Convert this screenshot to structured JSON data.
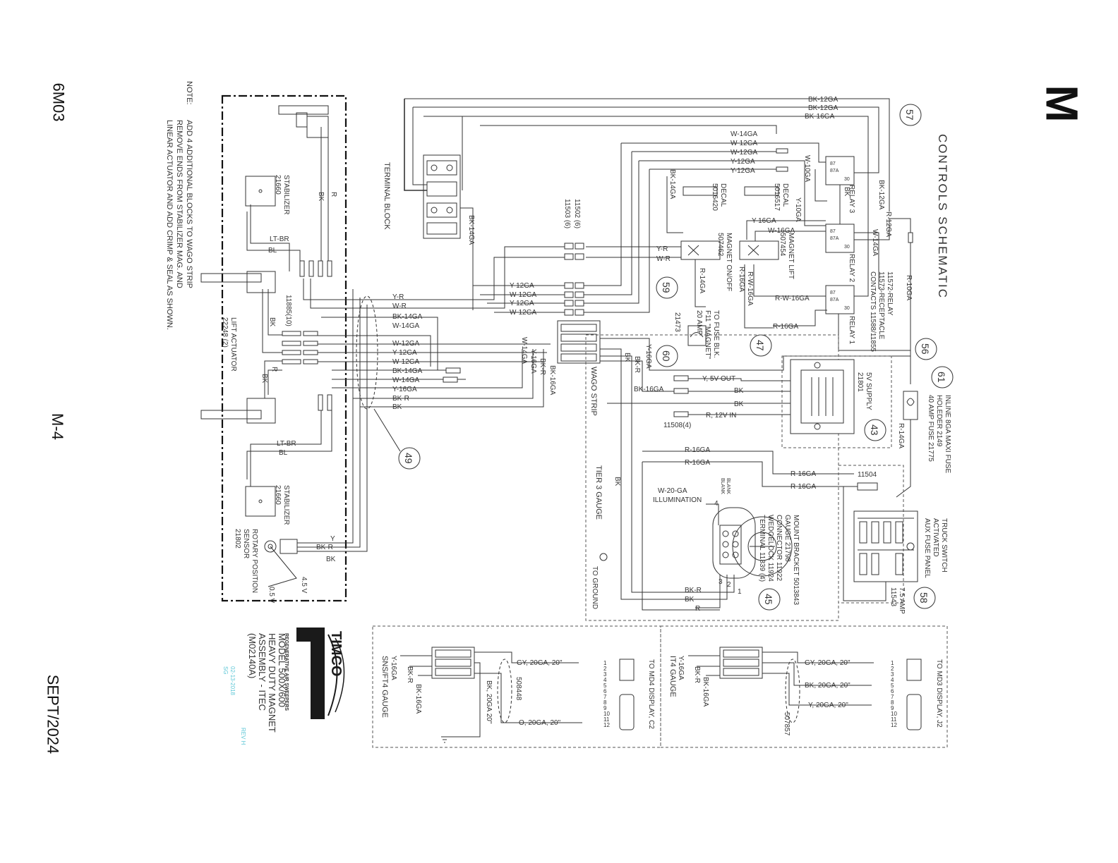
{
  "page": {
    "code": "6M03",
    "page_number": "M-4",
    "date": "SEPT/2024",
    "section_letter": "M"
  },
  "title": "CONTROLS SCHEMATIC",
  "note": {
    "label": "NOTE:",
    "lines": [
      "ADD 4 ADDITIONAL BLOCKS TO WAGO STRIP",
      "REMOVE ENDS FROM STABILIZER MAG. AND",
      "LINEAR ACTUATOR AND ADD CRIMP & SEAL AS SHOWN."
    ]
  },
  "title_block": {
    "logo": "TIMCO",
    "logo_sub": "REGENERATIVE AIR SWEEPERS",
    "lines": [
      "MODEL 500X/600",
      "HEAVY DUTY MAGNET",
      "ASSEMBLY - ITEC",
      "(M02140A)"
    ],
    "rev": "REV H",
    "rev_date": "02-13-2018",
    "rev_by": "SG"
  },
  "callouts": [
    "57",
    "59",
    "60",
    "47",
    "56",
    "61",
    "43",
    "49",
    "45",
    "58"
  ],
  "components": {
    "terminal_block": "TERMINAL BLOCK",
    "wago_strip": "WAGO STRIP",
    "stabilizer_top": [
      "STABILIZER",
      "21660"
    ],
    "stabilizer_bottom": [
      "STABILIZER",
      "21660"
    ],
    "lift_actuator": [
      "LIFT ACTUATOR",
      "22248 (2)"
    ],
    "crimp_part": "11885(10)",
    "rotary_sensor": [
      "ROTARY POSITION",
      "SENSOR",
      "21802"
    ],
    "relay_note": [
      "11572-RELAY",
      "11573-RECEPTACLE",
      "CONTACTS 11588/11855"
    ],
    "relay_labels": [
      "RELAY 3",
      "RELAY 2",
      "RELAY 1"
    ],
    "decal1": [
      "DECAL",
      "5016420"
    ],
    "decal2": [
      "DECAL",
      "5016517"
    ],
    "magnet_lift": [
      "MAGNET LIFT",
      "507454"
    ],
    "magnet_onoff": [
      "MAGNET ON/OFF",
      "507462"
    ],
    "fuse_blk": [
      "TO FUSE BLK.",
      "F11 \"MAGNET\"",
      "20 AMP"
    ],
    "fuse_part": "21473",
    "connectors": [
      "11502 (6)",
      "11503 (6)"
    ],
    "inline_fuse": [
      "INLINE 8GA MAXI FUSE",
      "HOLEDER 2149",
      "40 AMP FUSE 21775"
    ],
    "supply_5v": [
      "5V SUPPLY",
      "21801"
    ],
    "supply_io": [
      "Y, 5V OUT",
      "BK",
      "BK",
      "R, 12V IN"
    ],
    "supply_part": "11508(4)",
    "part_11504": "11504",
    "aux_fuse": [
      "TRUCK SWITCH",
      "ACTIVATED",
      "AUX FUSE PANEL"
    ],
    "aux_fuse_amp": [
      "7.5 AMP",
      "11543"
    ],
    "gauge": [
      "MOUNT BRACKET 5013843",
      "GAUGE 21798",
      "CONNECTOR 11922",
      "WEDGELOCK 11924",
      "TERMINAL 11839 (4)"
    ],
    "illumination": [
      "W-20-GA",
      "ILLUMINATION"
    ],
    "blank_pins": [
      "BLANK",
      "BLANK"
    ],
    "tier3": "TIER 3 GAUGE",
    "to_ground": "TO GROUND",
    "it4": "IT4 GAUGE",
    "sns": "SNS/FT4 GAUGE",
    "md3": "TO MD3 DISPLAY, J2",
    "md4": "TO MD4 DISPLAY, C2",
    "harness_right": "507857",
    "harness_left": "508448"
  },
  "wires": {
    "top_bus": [
      "BK-12GA",
      "BK-12GA",
      "BK-16GA"
    ],
    "relay_feed": [
      "W-14GA",
      "W-12GA",
      "W-12GA",
      "Y-12GA",
      "Y-12GA"
    ],
    "relay_misc": [
      "W-10GA",
      "Y-10GA",
      "BK",
      "BK-12GA",
      "R-12GA",
      "W-14GA",
      "R-10GA",
      "Y-16GA",
      "W-16GA",
      "R-W-16GA",
      "R-16GA",
      "R-16GA",
      "R-W-16GA",
      "BK-14GA",
      "R-14GA",
      "R-14GA"
    ],
    "switch_wires": [
      "Y-R",
      "W-R"
    ],
    "terminal_bk": "BK-14GA",
    "main_harness": [
      "Y-R",
      "W-R",
      "BK-14GA",
      "W-14GA",
      "W-12GA",
      "Y-12GA",
      "W-12GA",
      "BK-14GA",
      "W-14GA",
      "Y-16GA",
      "BK-R",
      "BK"
    ],
    "connector_feed": [
      "Y-12GA",
      "W-12GA",
      "Y-12GA",
      "W-12GA"
    ],
    "wago_side": [
      "W-14GA",
      "Y-16GA",
      "BK-R",
      "BK-16GA",
      "Y-16GA",
      "BK",
      "BK-R",
      "BK-16GA"
    ],
    "gauge_feed": [
      "R-16GA",
      "R-16GA",
      "R-16GA",
      "R-16GA",
      "BK"
    ],
    "gauge_pins": [
      "BK-R",
      "BK",
      "R"
    ],
    "actuator_wires": [
      "R",
      "BK",
      "BK",
      "R",
      "BK",
      "R"
    ],
    "stabilizer_wires": [
      "LT-BR",
      "BL",
      "LT-BR",
      "BL"
    ],
    "sensor_wires": [
      "Y",
      "BK-R",
      "BK"
    ],
    "sensor_volt": [
      "4.5 V",
      "0.5 V"
    ],
    "it4_wires": [
      "GY, 20GA, 20\"",
      "BK, 20GA, 20\"",
      "Y, 20GA, 20\""
    ],
    "it4_left": [
      "Y-16GA",
      "BK-R",
      "BK-16GA"
    ],
    "sns_wires": [
      "GY, 20GA, 20\"",
      "BK, 20GA 20\"",
      "O, 20GA, 20\""
    ],
    "sns_left": [
      "Y-16GA",
      "BK-R",
      "BK-16GA"
    ],
    "pins": [
      "1",
      "2",
      "3",
      "4",
      "5",
      "6",
      "7",
      "8",
      "9",
      "10",
      "11",
      "12"
    ],
    "pin_labels": [
      "1",
      "4",
      "3",
      "2"
    ]
  },
  "colors": {
    "line": "#333333",
    "accent": "#5ec7d6",
    "logo": "#1a1a1a"
  }
}
